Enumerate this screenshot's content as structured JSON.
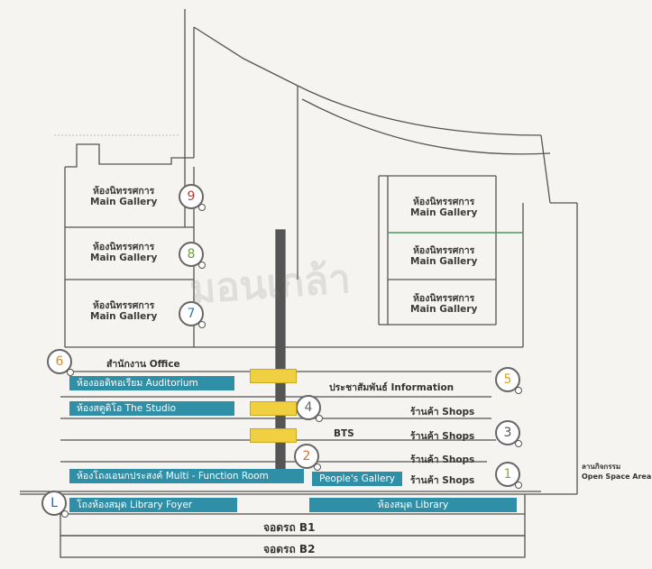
{
  "gallery_left": [
    {
      "th": "ห้องนิทรรศการ",
      "en": "Main Gallery"
    },
    {
      "th": "ห้องนิทรรศการ",
      "en": "Main Gallery"
    },
    {
      "th": "ห้องนิทรรศการ",
      "en": "Main Gallery"
    }
  ],
  "gallery_right": [
    {
      "th": "ห้องนิทรรศการ",
      "en": "Main Gallery"
    },
    {
      "th": "ห้องนิทรรศการ",
      "en": "Main Gallery"
    },
    {
      "th": "ห้องนิทรรศการ",
      "en": "Main Gallery"
    }
  ],
  "floors": {
    "f9": "9",
    "f8": "8",
    "f7": "7",
    "f6": "6",
    "f5": "5",
    "f4": "4",
    "f3": "3",
    "f2": "2",
    "f1": "1",
    "L": "L"
  },
  "floor_colors": {
    "f9": "#c0392b",
    "f8": "#6a9f3a",
    "f7": "#2d78b8",
    "f6": "#d88a2a",
    "f5": "#e0a020",
    "f4": "#666666",
    "f3": "#555555",
    "f2": "#e0692a",
    "f1": "#7aae3c",
    "L": "#2d5fa8"
  },
  "office": "สำนักงาน  Office",
  "auditorium": "ห้องออดิทอเรียม Auditorium",
  "studio": "ห้องสตูดิโอ The Studio",
  "multi_function": "ห้องโถงเอนกประสงค์  Multi - Function Room",
  "peoples_gallery": "People's Gallery",
  "information": "ประชาสัมพันธ์  Information",
  "shops": [
    "ร้านค้า Shops",
    "ร้านค้า Shops",
    "ร้านค้า Shops",
    "ร้านค้า Shops"
  ],
  "bts": "BTS",
  "library_foyer": "โถงห้องสมุด  Library Foyer",
  "library": "ห้องสมุด        Library",
  "parking_b1": "จอดรถ  B1",
  "parking_b2": "จอดรถ  B2",
  "open_space_th": "ลานกิจกรรม",
  "open_space_en": "Open Space Area",
  "watermark": "มอนเกล้า",
  "colors": {
    "accent": "#2f8fa6",
    "yellow": "#f0d040",
    "line": "#555555",
    "green_line": "#4a9a5a"
  }
}
